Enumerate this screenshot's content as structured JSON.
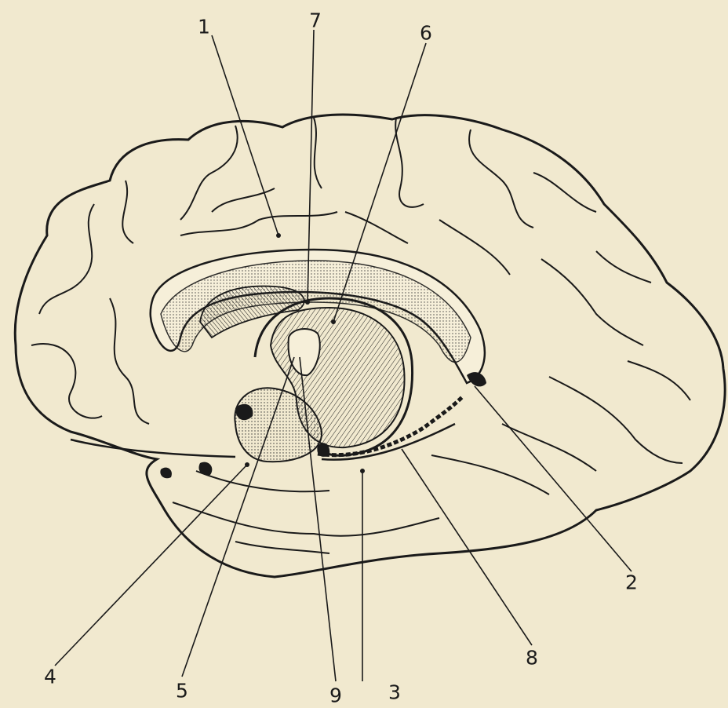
{
  "figure": {
    "labels": {
      "l1": "1",
      "l2": "2",
      "l3": "3",
      "l4": "4",
      "l5": "5",
      "l6": "6",
      "l7": "7",
      "l8": "8",
      "l9": "9"
    },
    "colors": {
      "paper": "#f1e9cf",
      "ink": "#1a1a1a"
    }
  }
}
